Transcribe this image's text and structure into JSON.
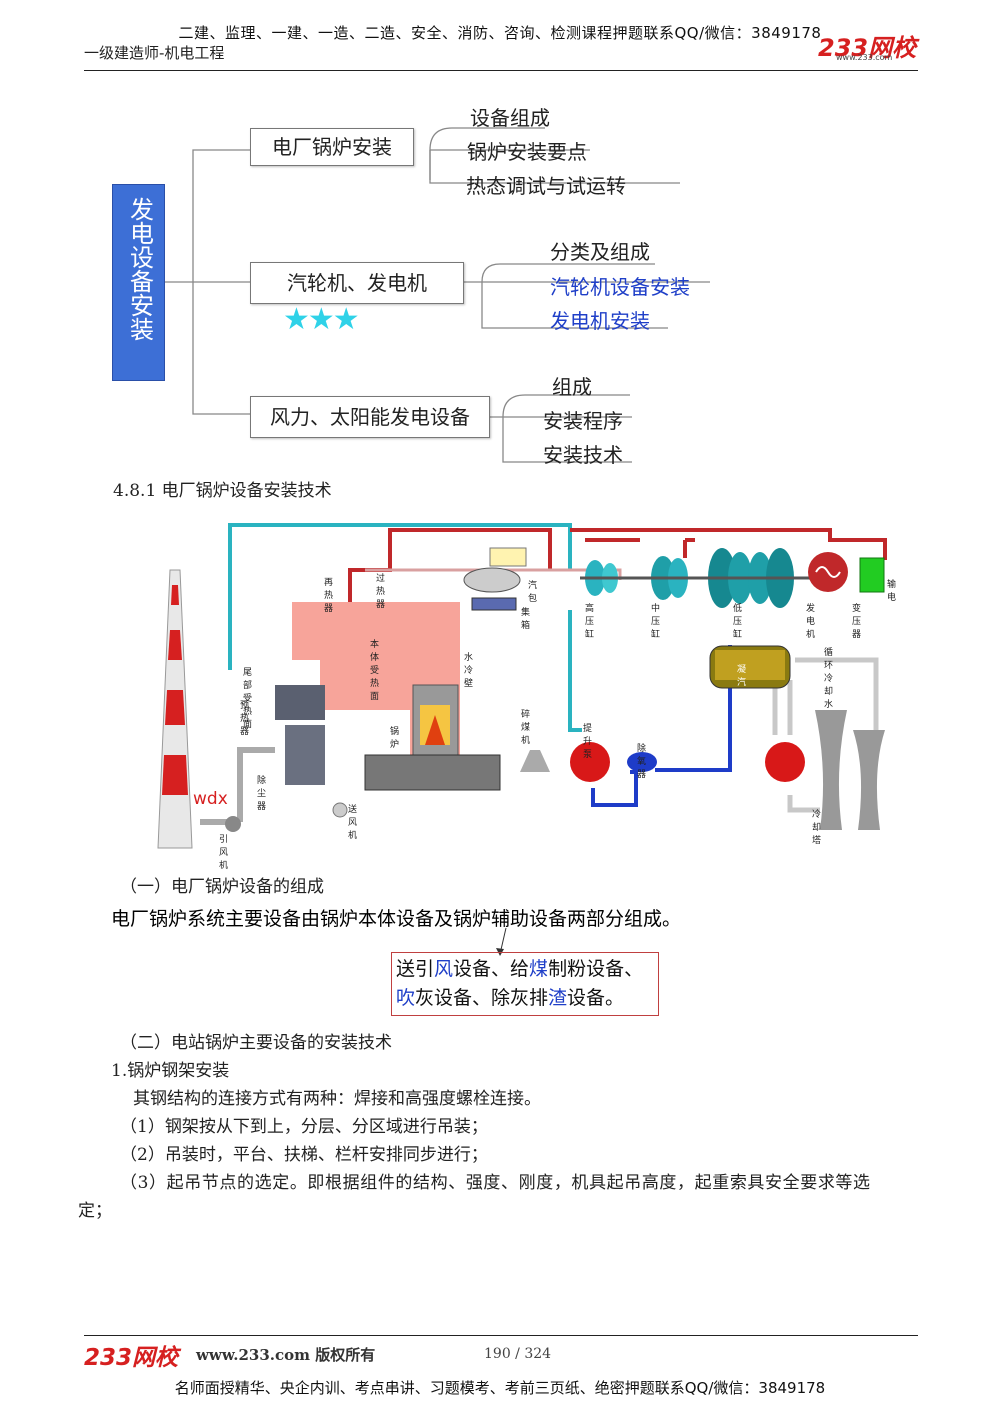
{
  "header": {
    "courses_line": "二建、监理、一建、一造、二造、安全、消防、咨询、检测课程押题联系QQ/微信：3849178",
    "doc_title": "一级建造师-机电工程",
    "logo": "233网校",
    "logo_url": "www.233.com"
  },
  "mindmap": {
    "root": "发电设备安装",
    "branches": [
      {
        "label": "电厂锅炉安装",
        "leaves": [
          "设备组成",
          "锅炉安装要点",
          "热态调试与试运转"
        ]
      },
      {
        "label": "汽轮机、发电机",
        "leaves": [
          "分类及组成",
          "汽轮机设备安装",
          "发电机安装"
        ],
        "stars": "★★★"
      },
      {
        "label": "风力、太阳能发电设备",
        "leaves": [
          "组成",
          "安装程序",
          "安装技术"
        ]
      }
    ]
  },
  "section_title": "4.8.1  电厂锅炉设备安装技术",
  "diagram": {
    "labels": {
      "reheater": "再热器",
      "superheater": "过热器",
      "drum": "汽包",
      "header_box": "集箱",
      "hp": "高压缸",
      "ip": "中压缸",
      "lp": "低压缸",
      "generator": "发电机",
      "transformer": "变压器",
      "transmission": "输电",
      "body_heat": "本体受热面",
      "water_wall": "水冷壁",
      "tail_heat": "尾部受热面",
      "preheater": "预热器",
      "boiler": "锅炉",
      "coal_mill": "碎煤机",
      "lift_pump": "提升泵",
      "deaerator": "除氧器",
      "condenser": "凝汽器",
      "cooling_water": "循环冷却水",
      "dust": "除尘器",
      "fan_supply": "送风机",
      "fan_induced": "引风机",
      "cooling_tower": "冷却塔",
      "wdx": "wdx"
    }
  },
  "sub1": "（一）电厂锅炉设备的组成",
  "sub1_body": "电厂锅炉系统主要设备由锅炉本体设备及锅炉辅助设备两部分组成。",
  "callout": {
    "line1": [
      {
        "t": "送引",
        "c": "#111"
      },
      {
        "t": "风",
        "c": "#1f3fc8"
      },
      {
        "t": "设备、给",
        "c": "#111"
      },
      {
        "t": "煤",
        "c": "#1f3fc8"
      },
      {
        "t": "制粉设备、",
        "c": "#111"
      }
    ],
    "line2": [
      {
        "t": "吹",
        "c": "#1f3fc8"
      },
      {
        "t": "灰设备、除灰排",
        "c": "#111"
      },
      {
        "t": "渣",
        "c": "#1f3fc8"
      },
      {
        "t": "设备。",
        "c": "#111"
      }
    ]
  },
  "sub2": "（二）电站锅炉主要设备的安装技术",
  "item1": "1.锅炉钢架安装",
  "item1_body": "其钢结构的连接方式有两种：焊接和高强度螺栓连接。",
  "points": [
    "（1）钢架按从下到上，分层、分区域进行吊装；",
    "（2）吊装时，平台、扶梯、栏杆安排同步进行；",
    "（3）起吊节点的选定。即根据组件的结构、强度、刚度，机具起吊高度，起重索具安全要求等选"
  ],
  "points_tail": "定；",
  "footer": {
    "logo": "233网校",
    "site": "www.233.com 版权所有",
    "page": "190 / 324",
    "bottom_line": "名师面授精华、央企内训、考点串讲、习题模考、考前三页纸、绝密押题联系QQ/微信：3849178"
  },
  "colors": {
    "root_box": "#3d6fd6",
    "steam_red": "#c0282a",
    "water_cyan": "#2ab3c0",
    "water_blue": "#1e3cc8"
  }
}
